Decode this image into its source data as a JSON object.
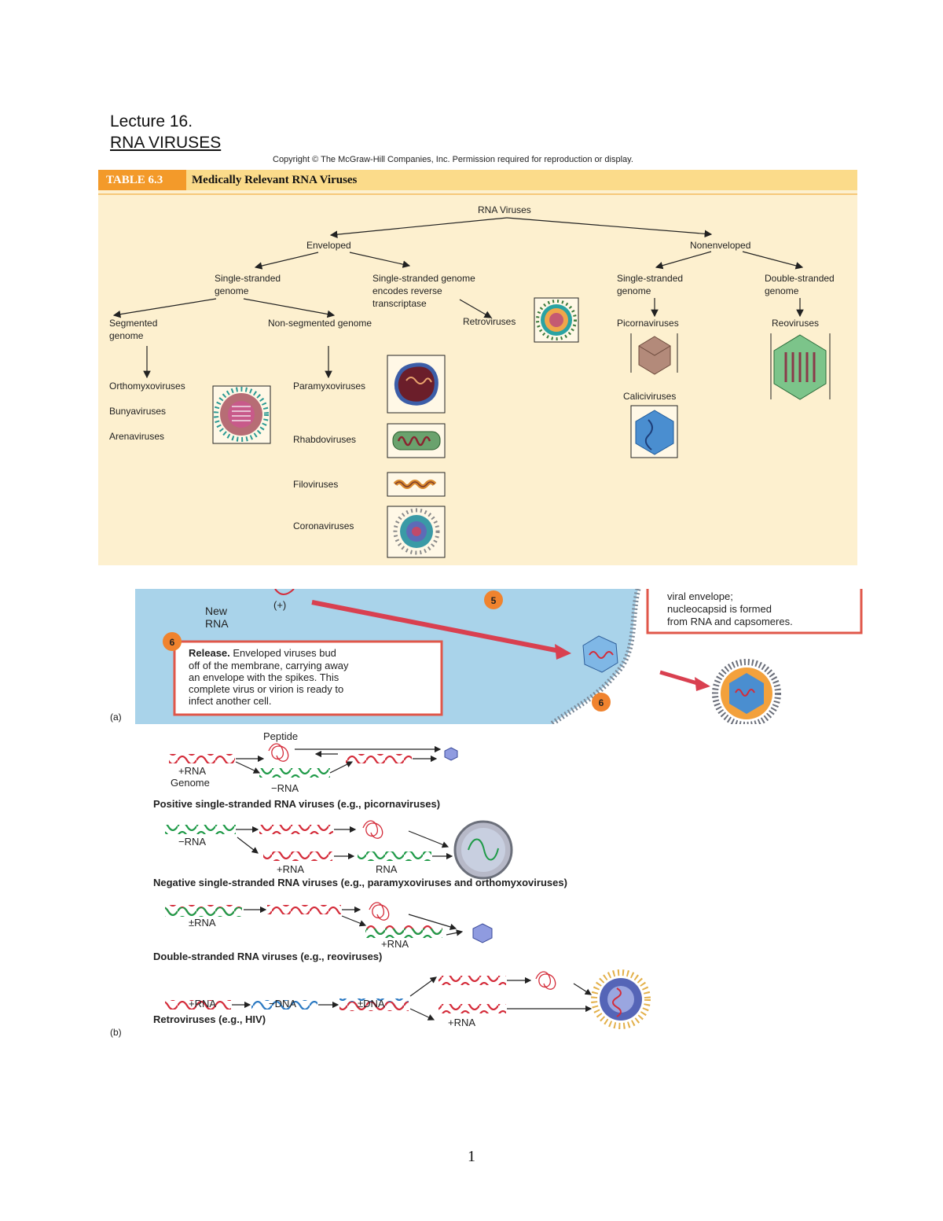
{
  "lecture": {
    "title": "Lecture 16.",
    "subtitle": "RNA VIRUSES"
  },
  "copyright": "Copyright © The McGraw-Hill Companies, Inc. Permission required for reproduction or display.",
  "table": {
    "tag": "TABLE 6.3",
    "title": "Medically Relevant RNA Viruses",
    "root": "RNA Viruses",
    "enveloped": "Enveloped",
    "nonenveloped": "Nonenveloped",
    "env_ss_1": "Single-stranded",
    "env_ss_2": "genome",
    "rt_1": "Single-stranded genome",
    "rt_2": "encodes reverse",
    "rt_3": "transcriptase",
    "non_ss_1": "Single-stranded",
    "non_ss_2": "genome",
    "non_ds_1": "Double-stranded",
    "non_ds_2": "genome",
    "segmented_1": "Segmented",
    "segmented_2": "genome",
    "nonsegmented": "Non-segmented genome",
    "retroviruses": "Retroviruses",
    "picornaviruses": "Picornaviruses",
    "reoviruses": "Reoviruses",
    "caliciviruses": "Caliciviruses",
    "orthomyxoviruses": "Orthomyxoviruses",
    "bunyaviruses": "Bunyaviruses",
    "arenaviruses": "Arenaviruses",
    "paramyxoviruses": "Paramyxoviruses",
    "rhabdoviruses": "Rhabdoviruses",
    "filoviruses": "Filoviruses",
    "coronaviruses": "Coronaviruses"
  },
  "figure_a": {
    "new_rna_1": "New",
    "new_rna_2": "RNA",
    "plus": "(+)",
    "step5": "5",
    "step6": "6",
    "callout5_1": "viral envelope;",
    "callout5_2": "nucleocapsid is formed",
    "callout5_3": "from RNA and capsomeres.",
    "release_bold": "Release.",
    "release_1": " Enveloped viruses bud",
    "release_2": "off of the membrane, carrying away",
    "release_3": "an envelope with the spikes. This",
    "release_4": "complete virus or virion is ready to",
    "release_5": "infect another cell.",
    "panel_label": "(a)"
  },
  "figure_b": {
    "panel_label": "(b)",
    "pos": {
      "peptide": "Peptide",
      "genome_1": "+RNA",
      "genome_2": "Genome",
      "minus": "−RNA",
      "caption": "Positive single-stranded RNA viruses (e.g., picornaviruses)"
    },
    "neg": {
      "minus": "−RNA",
      "plus": "+RNA",
      "rna": "RNA",
      "caption": "Negative single-stranded RNA viruses (e.g., paramyxoviruses and orthomyxoviruses)"
    },
    "ds": {
      "pm": "±RNA",
      "plus": "+RNA",
      "caption": "Double-stranded RNA viruses (e.g., reoviruses)"
    },
    "retro": {
      "plus": "+RNA",
      "minus_dna": "−DNA",
      "pm_dna": "±DNA",
      "plus2": "+RNA",
      "caption": "Retroviruses (e.g., HIV)"
    }
  },
  "page_number": "1",
  "colors": {
    "table_bg": "#fdf0cf",
    "tag_orange": "#f39a2a",
    "cell_blue": "#a9d3ea",
    "callout_red": "#e0574a",
    "rna_red": "#d42c3a",
    "rna_green": "#1f9a48",
    "dna_blue": "#2b79c2"
  }
}
